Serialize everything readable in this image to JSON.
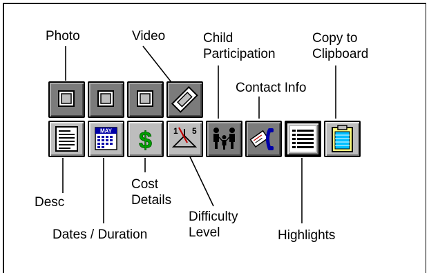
{
  "labels": {
    "photo": "Photo",
    "video": "Video",
    "child_participation": "Child\nParticipation",
    "copy_to_clipboard": "Copy to\nClipboard",
    "contact_info": "Contact Info",
    "desc": "Desc",
    "cost_details": "Cost\nDetails",
    "difficulty_level": "Difficulty\nLevel",
    "dates_duration": "Dates / Duration",
    "highlights": "Highlights"
  },
  "icon_text": {
    "calendar_month": "MAY",
    "difficulty_low": "1",
    "difficulty_high": "5",
    "dollar": "$"
  },
  "toolbar": {
    "top_row": [
      {
        "icon": "photo-frame-icon"
      },
      {
        "icon": "photo-frame-icon"
      },
      {
        "icon": "photo-frame-icon"
      },
      {
        "icon": "video-cassette-icon"
      }
    ],
    "bottom_row": [
      {
        "icon": "document-icon"
      },
      {
        "icon": "calendar-icon"
      },
      {
        "icon": "dollar-icon"
      },
      {
        "icon": "difficulty-hanger-icon"
      },
      {
        "icon": "family-icon"
      },
      {
        "icon": "phone-card-icon"
      },
      {
        "icon": "highlights-list-icon"
      },
      {
        "icon": "clipboard-icon"
      }
    ]
  },
  "colors": {
    "button_face": "#bdbdbd",
    "button_dark": "#7b7b7b",
    "dollar_green": "#00a000",
    "calendar_blue": "#0000a8",
    "clipboard_yellow": "#ffff80",
    "clipboard_blue": "#00c0ff"
  }
}
